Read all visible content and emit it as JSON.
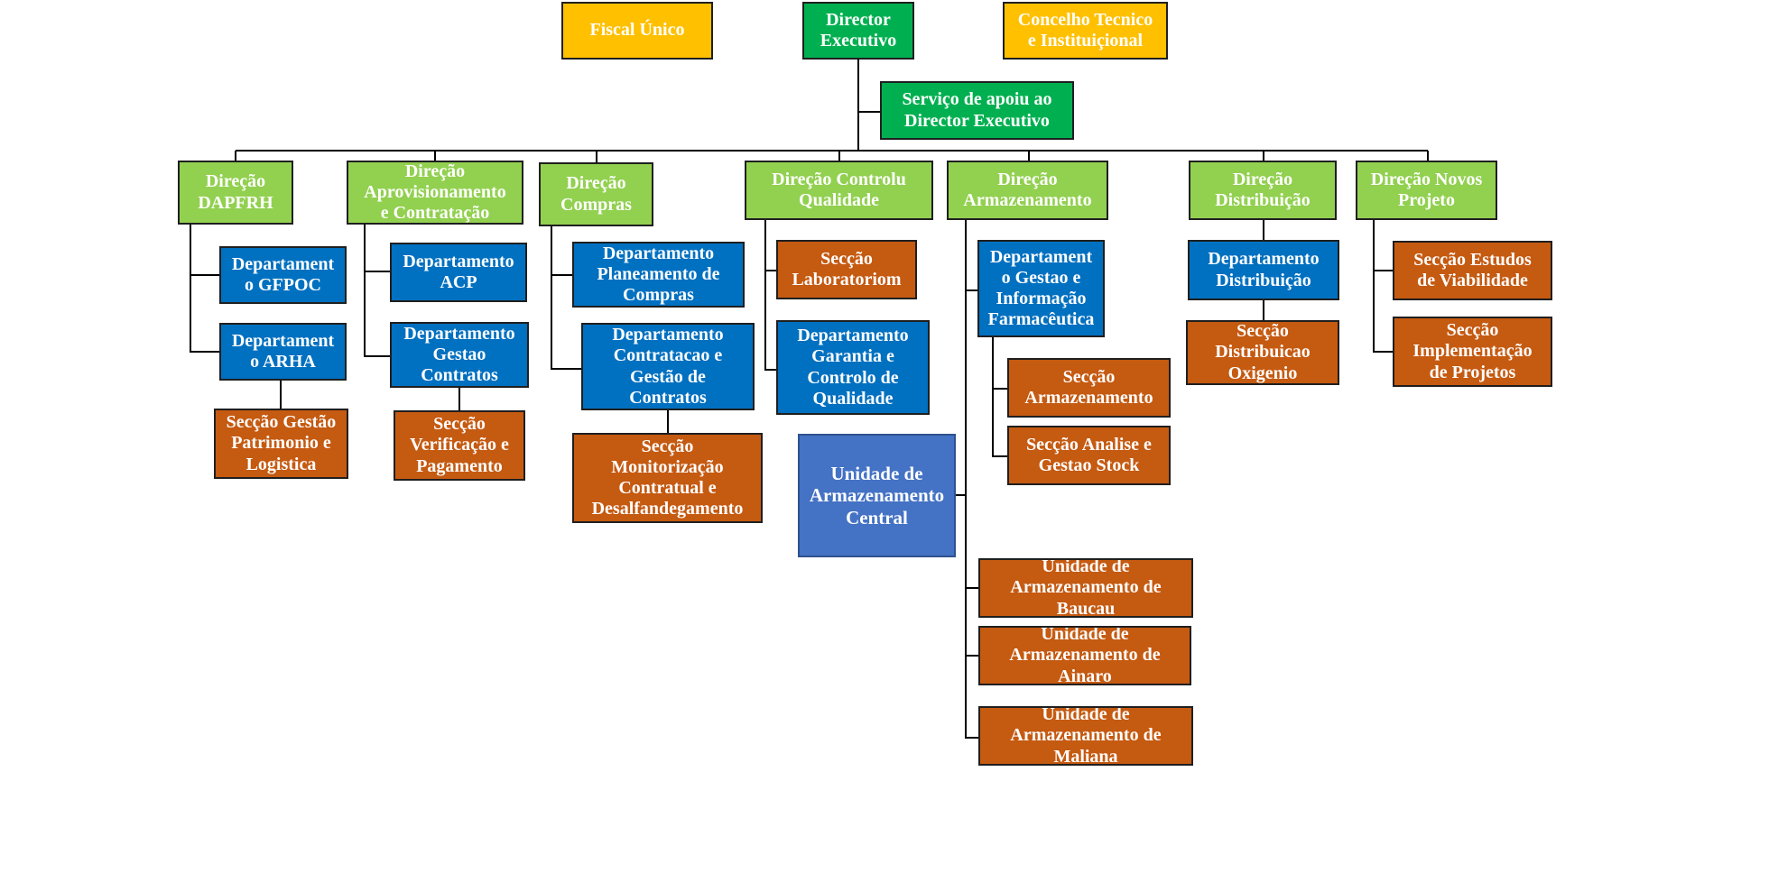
{
  "chart": {
    "top": {
      "fiscal": "Fiscal Único",
      "director": "Director\nExecutivo",
      "concelho": "Concelho Tecnico\ne Instituiçional",
      "servico": "Serviço de apoiu ao\nDirector Executivo"
    },
    "dapfrh": {
      "title": "Direção\nDAPFRH",
      "gfpoc": "Departament\no GFPOC",
      "arha": "Departament\no ARHA",
      "patrimonio": "Secção Gestão\nPatrimonio e\nLogistica"
    },
    "aprov": {
      "title": "Direção\nAprovisionamento\ne Contratação",
      "acp": "Departamento\nACP",
      "gestao": "Departamento\nGestao\nContratos",
      "verificacao": "Secção\nVerificação e\nPagamento"
    },
    "compras": {
      "title": "Direção\nCompras",
      "planeamento": "Departamento\nPlaneamento de\nCompras",
      "contratacao": "Departamento\nContratacao e\nGestão de\nContratos",
      "monitorizacao": "Secção\nMonitorização\nContratual e\nDesalfandegamento"
    },
    "qualidade": {
      "title": "Direção Controlu\nQualidade",
      "laboratorio": "Secção\nLaboratoriom",
      "garantia": "Departamento\nGarantia e\nControlo de\nQualidade"
    },
    "armaz": {
      "title": "Direção\nArmazenamento",
      "gestao_info": "Departament\no Gestao e\nInformação\nFarmacêutica",
      "seccao_armaz": "Secção\nArmazenamento",
      "analise": "Secção Analise e\nGestao Stock",
      "central": "Unidade de\nArmazenamento\nCentral",
      "baucau": "Unidade de\nArmazenamento de\nBaucau",
      "ainaro": "Unidade de\nArmazenamento de\nAinaro",
      "maliana": "Unidade de\nArmazenamento de\nMaliana"
    },
    "distrib": {
      "title": "Direção\nDistribuição",
      "dept": "Departamento\nDistribuição",
      "oxigenio": "Secção\nDistribuicao\nOxigenio"
    },
    "novos": {
      "title": "Direção Novos\nProjeto",
      "estudos": "Secção Estudos\nde Viabilidade",
      "implementacao": "Secção\nImplementação\nde Projetos"
    }
  }
}
